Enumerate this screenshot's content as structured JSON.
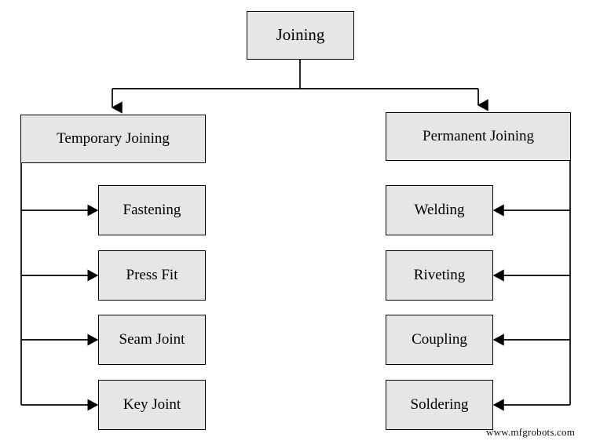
{
  "diagram": {
    "title_node": {
      "label": "Joining"
    },
    "branches": [
      {
        "id": "temporary",
        "label": "Temporary Joining",
        "side": "left",
        "children": [
          {
            "label": "Fastening"
          },
          {
            "label": "Press Fit"
          },
          {
            "label": "Seam Joint"
          },
          {
            "label": "Key Joint"
          }
        ]
      },
      {
        "id": "permanent",
        "label": "Permanent Joining",
        "side": "right",
        "children": [
          {
            "label": "Welding"
          },
          {
            "label": "Riveting"
          },
          {
            "label": "Coupling"
          },
          {
            "label": "Soldering"
          }
        ]
      }
    ],
    "watermark": "www.mfgrobots.com",
    "colors": {
      "box_fill": "#e6e6e6",
      "box_border": "#000000",
      "connector": "#000000",
      "background": "#ffffff",
      "text": "#000000"
    }
  }
}
